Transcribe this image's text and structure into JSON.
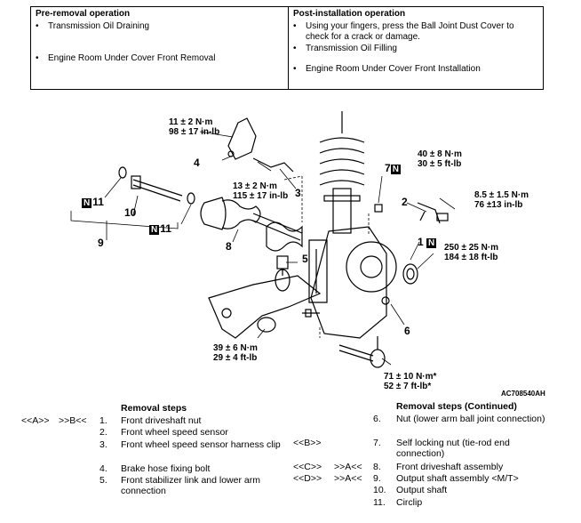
{
  "ops": {
    "pre_header": "Pre-removal operation",
    "pre_items": [
      "Transmission Oil Draining",
      "Engine Room Under Cover Front Removal"
    ],
    "post_header": "Post-installation operation",
    "post_items": [
      "Using your fingers, press the Ball Joint Dust Cover to check for a crack or damage.",
      "Transmission Oil Filling",
      "Engine Room Under Cover Front Installation"
    ],
    "bullet": "•"
  },
  "diagram": {
    "torque_11": [
      "11 ± 2 N·m",
      "98 ± 17 in-lb"
    ],
    "torque_13": [
      "13 ± 2 N·m",
      "115 ± 17 in-lb"
    ],
    "torque_40": [
      "40 ± 8 N·m",
      "30 ± 5 ft-lb"
    ],
    "torque_8_5": [
      "8.5 ± 1.5 N·m",
      "76 ±13 in-lb"
    ],
    "torque_250": [
      "250 ± 25 N·m",
      "184 ± 18 ft-lb"
    ],
    "torque_39": [
      "39 ± 6 N·m",
      "29 ± 4 ft-lb"
    ],
    "torque_71": [
      "71 ± 10 N·m*",
      "52 ± 7 ft-lb*"
    ],
    "n_mark": "N",
    "callouts": [
      "1",
      "2",
      "3",
      "4",
      "5",
      "6",
      "7",
      "8",
      "9",
      "10",
      "11",
      "11"
    ],
    "figure_code": "AC708540AH"
  },
  "removal": {
    "title": "Removal steps",
    "title_cont": "Removal steps (Continued)",
    "left": [
      {
        "marks": [
          "<<A>>",
          ">>B<<"
        ],
        "n": "1.",
        "text": "Front driveshaft nut"
      },
      {
        "marks": [
          "",
          ""
        ],
        "n": "2.",
        "text": "Front wheel speed sensor"
      },
      {
        "marks": [
          "",
          ""
        ],
        "n": "3.",
        "text": "Front wheel speed sensor harness clip"
      },
      {
        "marks": [
          "",
          ""
        ],
        "n": "4.",
        "text": "Brake hose fixing bolt"
      },
      {
        "marks": [
          "",
          ""
        ],
        "n": "5.",
        "text": "Front stabilizer link and lower arm connection"
      }
    ],
    "right": [
      {
        "marks": [
          "",
          ""
        ],
        "n": "6.",
        "text": "Nut (lower arm ball joint connection)"
      },
      {
        "marks": [
          "<<B>>",
          ""
        ],
        "n": "7.",
        "text": "Self locking nut (tie-rod end connection)"
      },
      {
        "marks": [
          "<<C>>",
          ">>A<<"
        ],
        "n": "8.",
        "text": "Front driveshaft assembly"
      },
      {
        "marks": [
          "<<D>>",
          ">>A<<"
        ],
        "n": "9.",
        "text": "Output shaft assembly <M/T>"
      },
      {
        "marks": [
          "",
          ""
        ],
        "n": "10.",
        "text": "Output shaft"
      },
      {
        "marks": [
          "",
          ""
        ],
        "n": "11.",
        "text": "Circlip"
      }
    ]
  }
}
